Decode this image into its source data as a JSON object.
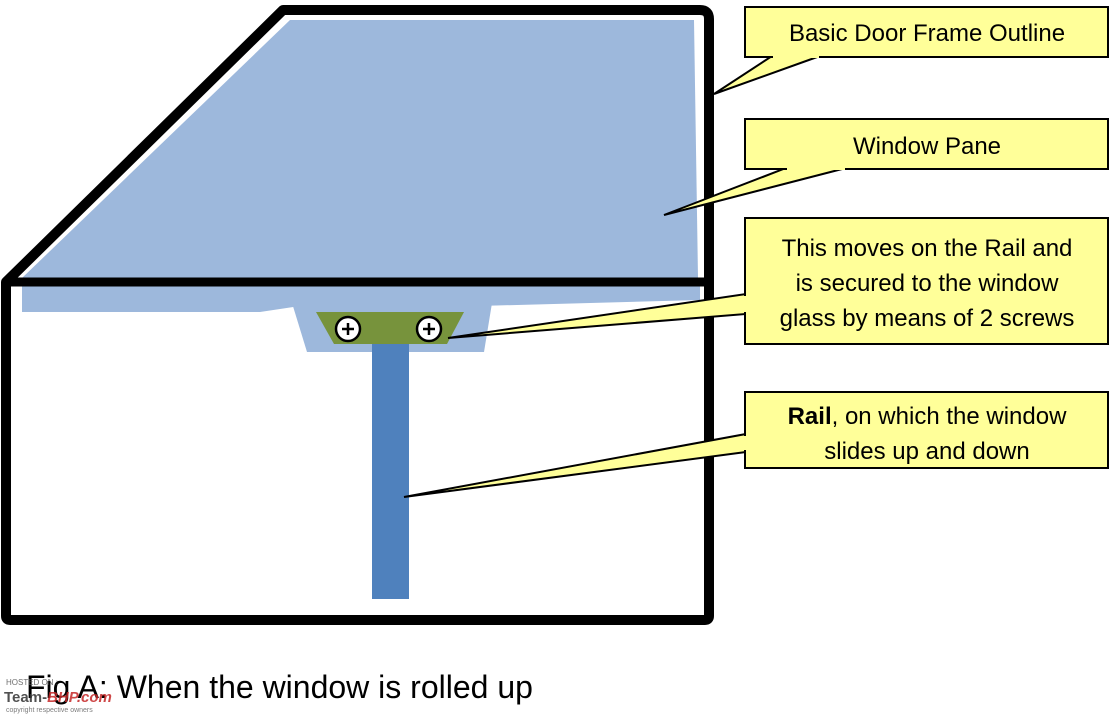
{
  "labels": {
    "door_frame": "Basic Door Frame Outline",
    "window_pane": "Window Pane",
    "carrier_line1": "This moves on the Rail and",
    "carrier_line2": "is  secured to the window",
    "carrier_line3": "glass by means of 2 screws",
    "rail_bold": "Rail",
    "rail_line1_rest": ", on which the window",
    "rail_line2": "slides up and down"
  },
  "caption": "Fig A: When the window is rolled up",
  "watermark": {
    "hosted": "HOSTED ON :",
    "team": "Team-",
    "bhp": "BHP.com",
    "copyright": "copyright respective owners"
  },
  "colors": {
    "glass": "#9db8dc",
    "rail": "#4f81bd",
    "carrier": "#77933c",
    "callout": "#ffff99",
    "frame": "#000000"
  }
}
